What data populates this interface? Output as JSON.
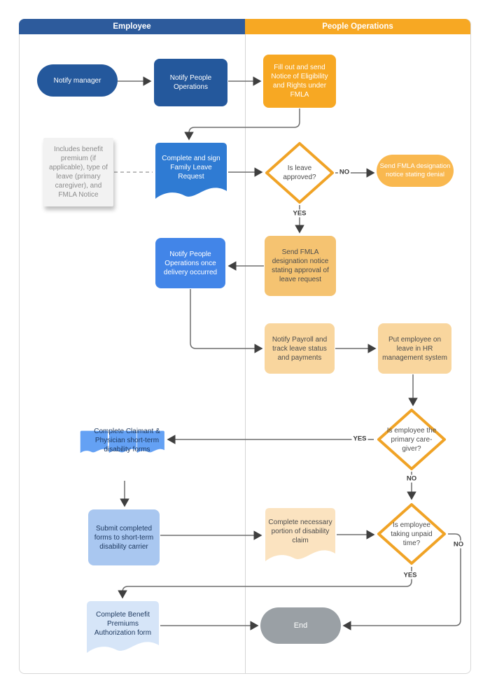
{
  "lanes": {
    "employee": "Employee",
    "people_operations": "People Operations"
  },
  "nodes": {
    "notify_manager": {
      "label": "Notify manager"
    },
    "notify_people_ops": {
      "label": "Notify People Operations"
    },
    "fill_out_notice": {
      "label": "Fill out and send Notice of Eligibility and Rights under FMLA"
    },
    "note": {
      "label": "Includes benefit premium (if applicable), type of leave (primary caregiver), and FMLA Notice"
    },
    "complete_sign_request": {
      "label": "Complete and sign Family Leave Request"
    },
    "is_leave_approved": {
      "label": "Is leave approved?"
    },
    "denial_notice": {
      "label": "Send FMLA designation notice stating denial"
    },
    "approval_notice": {
      "label": "Send FMLA designation notice stating approval of leave request"
    },
    "notify_delivery": {
      "label": "Notify People Operations once delivery occurred"
    },
    "notify_payroll": {
      "label": "Notify Payroll and track leave status and payments"
    },
    "put_employee_leave": {
      "label": "Put employee on leave in HR management system"
    },
    "is_primary_caregiver": {
      "label": "Is employee the primary care-giver?"
    },
    "claimant_forms": {
      "label": "Complete Claimant & Physician short-term disability forms"
    },
    "is_unpaid_time": {
      "label": "Is employee taking unpaid time?"
    },
    "submit_forms": {
      "label": "Submit completed forms to short-term disability carrier"
    },
    "disability_claim": {
      "label": "Complete necessary portion of disability claim"
    },
    "benefit_premiums": {
      "label": "Complete Benefit Premiums Authorization form"
    },
    "end": {
      "label": "End"
    }
  },
  "edge_labels": {
    "leave_approved_no": "NO",
    "leave_approved_yes": "YES",
    "primary_caregiver_yes": "YES",
    "primary_caregiver_no": "NO",
    "unpaid_time_no": "NO",
    "unpaid_time_yes": "YES"
  },
  "colors": {
    "lane_blue": "#2d5b9c",
    "lane_orange": "#f7a823",
    "dark_blue": "#24589c",
    "bright_blue": "#4285e8",
    "doc_blue": "#2f7bd3",
    "stack_blue": "#64a1f4",
    "light_blue": "#a9c7f0",
    "pale_blue": "#d6e5f8",
    "orange": "#f7a823",
    "light_orange": "#f9b84f",
    "amber": "#f5c371",
    "pale_amber": "#f9d69e",
    "pale_peach": "#fbe3c0",
    "diamond_border": "#f0a326",
    "gray_end": "#9aa0a5",
    "note_bg": "#f2f2f2",
    "wire": "#6e6e6e",
    "arrow": "#3f3f3f"
  }
}
